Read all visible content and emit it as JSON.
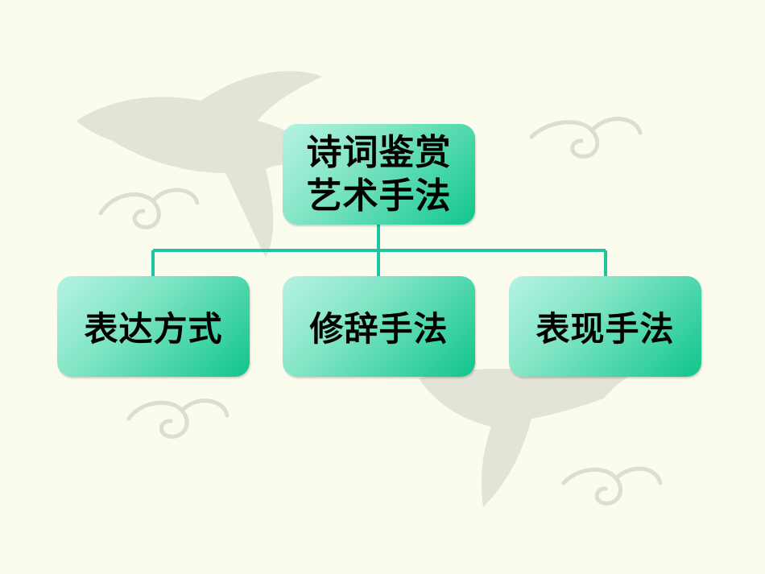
{
  "diagram": {
    "root": {
      "line1": "诗词鉴赏",
      "line2": "艺术手法"
    },
    "children": [
      {
        "label": "表达方式"
      },
      {
        "label": "修辞手法"
      },
      {
        "label": "表现手法"
      }
    ]
  },
  "colors": {
    "background": "#FCFCEE",
    "node_light": "#B6F3E2",
    "node_dark": "#12C48C",
    "connector": "#1EC5A0",
    "decoration": "#D9D8CC"
  }
}
